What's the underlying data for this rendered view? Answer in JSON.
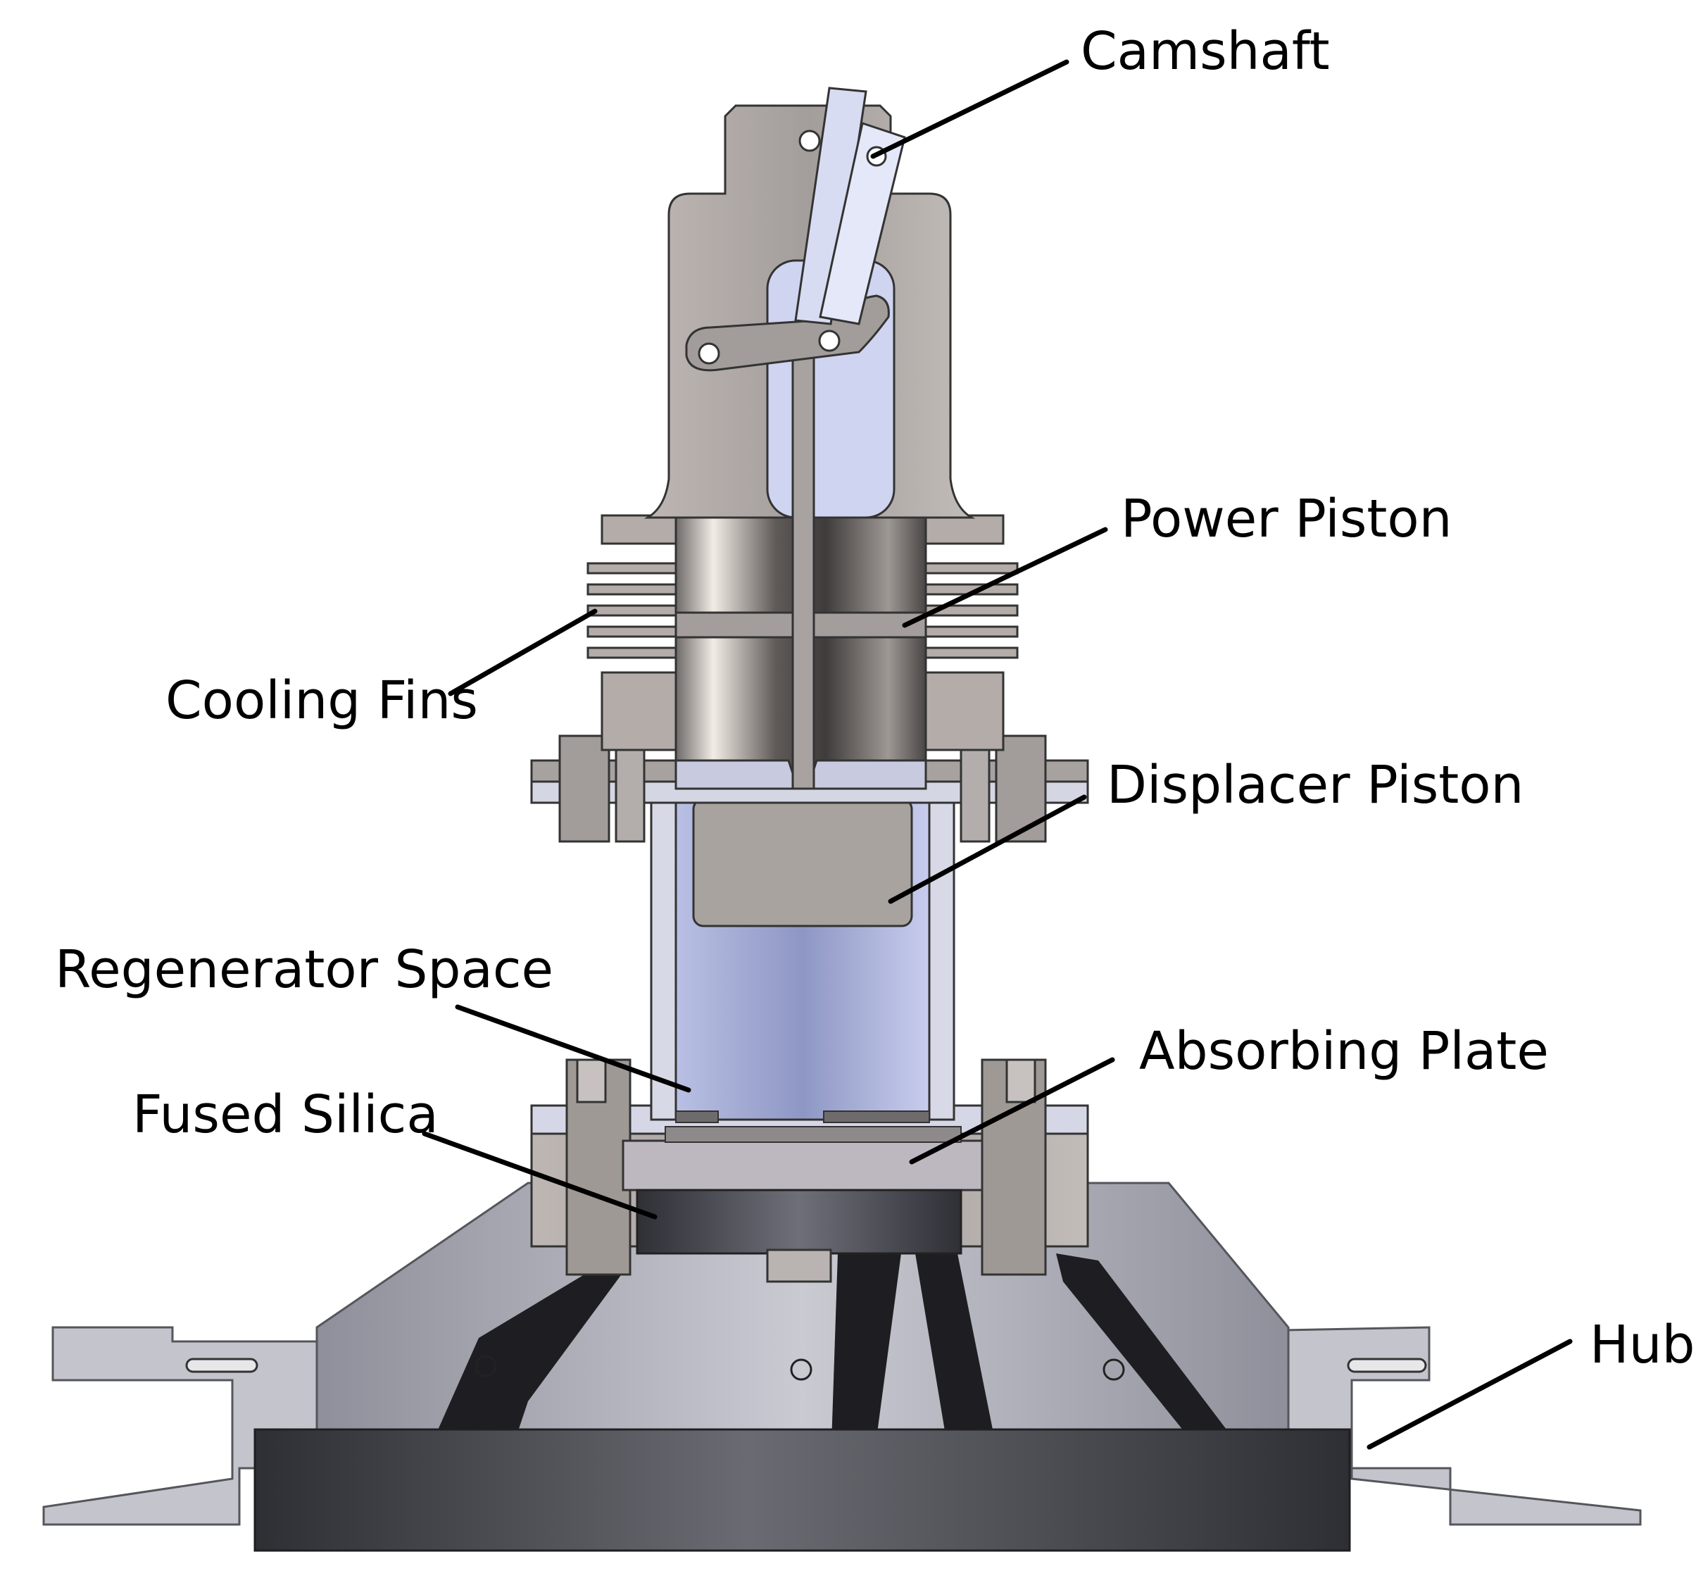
{
  "diagram": {
    "labels": {
      "camshaft": "Camshaft",
      "power_piston": "Power Piston",
      "cooling_fins": "Cooling Fins",
      "displacer_piston": "Displacer Piston",
      "regenerator_space": "Regenerator Space",
      "absorbing_plate": "Absorbing Plate",
      "fused_silica": "Fused Silica",
      "hub": "Hub"
    },
    "colors": {
      "housing": "#b8b2b0",
      "housing_dark": "#8f8a88",
      "glass": "#c7cde8",
      "metal_dark": "#3a3b40",
      "hub_base": "#4a4b52",
      "leader": "#000000"
    }
  }
}
